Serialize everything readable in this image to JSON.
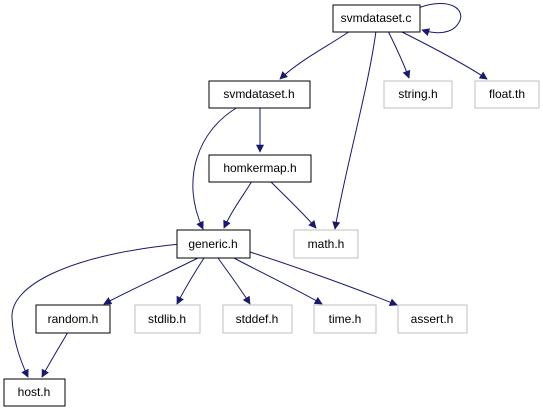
{
  "colors": {
    "edge": "#191970",
    "focus_fill": "#bfbfbf",
    "border_documented": "#000000",
    "border_external": "#bfbfbf",
    "text": "#000000"
  },
  "nodes": {
    "svmdataset_c": {
      "label": "svmdataset.c",
      "kind": "focus"
    },
    "svmdataset_h": {
      "label": "svmdataset.h",
      "kind": "documented"
    },
    "string_h": {
      "label": "string.h",
      "kind": "external"
    },
    "float_th": {
      "label": "float.th",
      "kind": "external"
    },
    "homkermap_h": {
      "label": "homkermap.h",
      "kind": "documented"
    },
    "generic_h": {
      "label": "generic.h",
      "kind": "documented"
    },
    "math_h": {
      "label": "math.h",
      "kind": "external"
    },
    "random_h": {
      "label": "random.h",
      "kind": "documented"
    },
    "stdlib_h": {
      "label": "stdlib.h",
      "kind": "external"
    },
    "stddef_h": {
      "label": "stddef.h",
      "kind": "external"
    },
    "time_h": {
      "label": "time.h",
      "kind": "external"
    },
    "assert_h": {
      "label": "assert.h",
      "kind": "external"
    },
    "host_h": {
      "label": "host.h",
      "kind": "documented"
    }
  },
  "edges": [
    {
      "from": "svmdataset_c",
      "to": "svmdataset_c"
    },
    {
      "from": "svmdataset_c",
      "to": "svmdataset_h"
    },
    {
      "from": "svmdataset_c",
      "to": "math_h"
    },
    {
      "from": "svmdataset_c",
      "to": "string_h"
    },
    {
      "from": "svmdataset_c",
      "to": "float_th"
    },
    {
      "from": "svmdataset_h",
      "to": "homkermap_h"
    },
    {
      "from": "svmdataset_h",
      "to": "generic_h"
    },
    {
      "from": "homkermap_h",
      "to": "generic_h"
    },
    {
      "from": "homkermap_h",
      "to": "math_h"
    },
    {
      "from": "generic_h",
      "to": "host_h"
    },
    {
      "from": "generic_h",
      "to": "random_h"
    },
    {
      "from": "generic_h",
      "to": "stdlib_h"
    },
    {
      "from": "generic_h",
      "to": "stddef_h"
    },
    {
      "from": "generic_h",
      "to": "time_h"
    },
    {
      "from": "generic_h",
      "to": "assert_h"
    },
    {
      "from": "random_h",
      "to": "host_h"
    }
  ]
}
